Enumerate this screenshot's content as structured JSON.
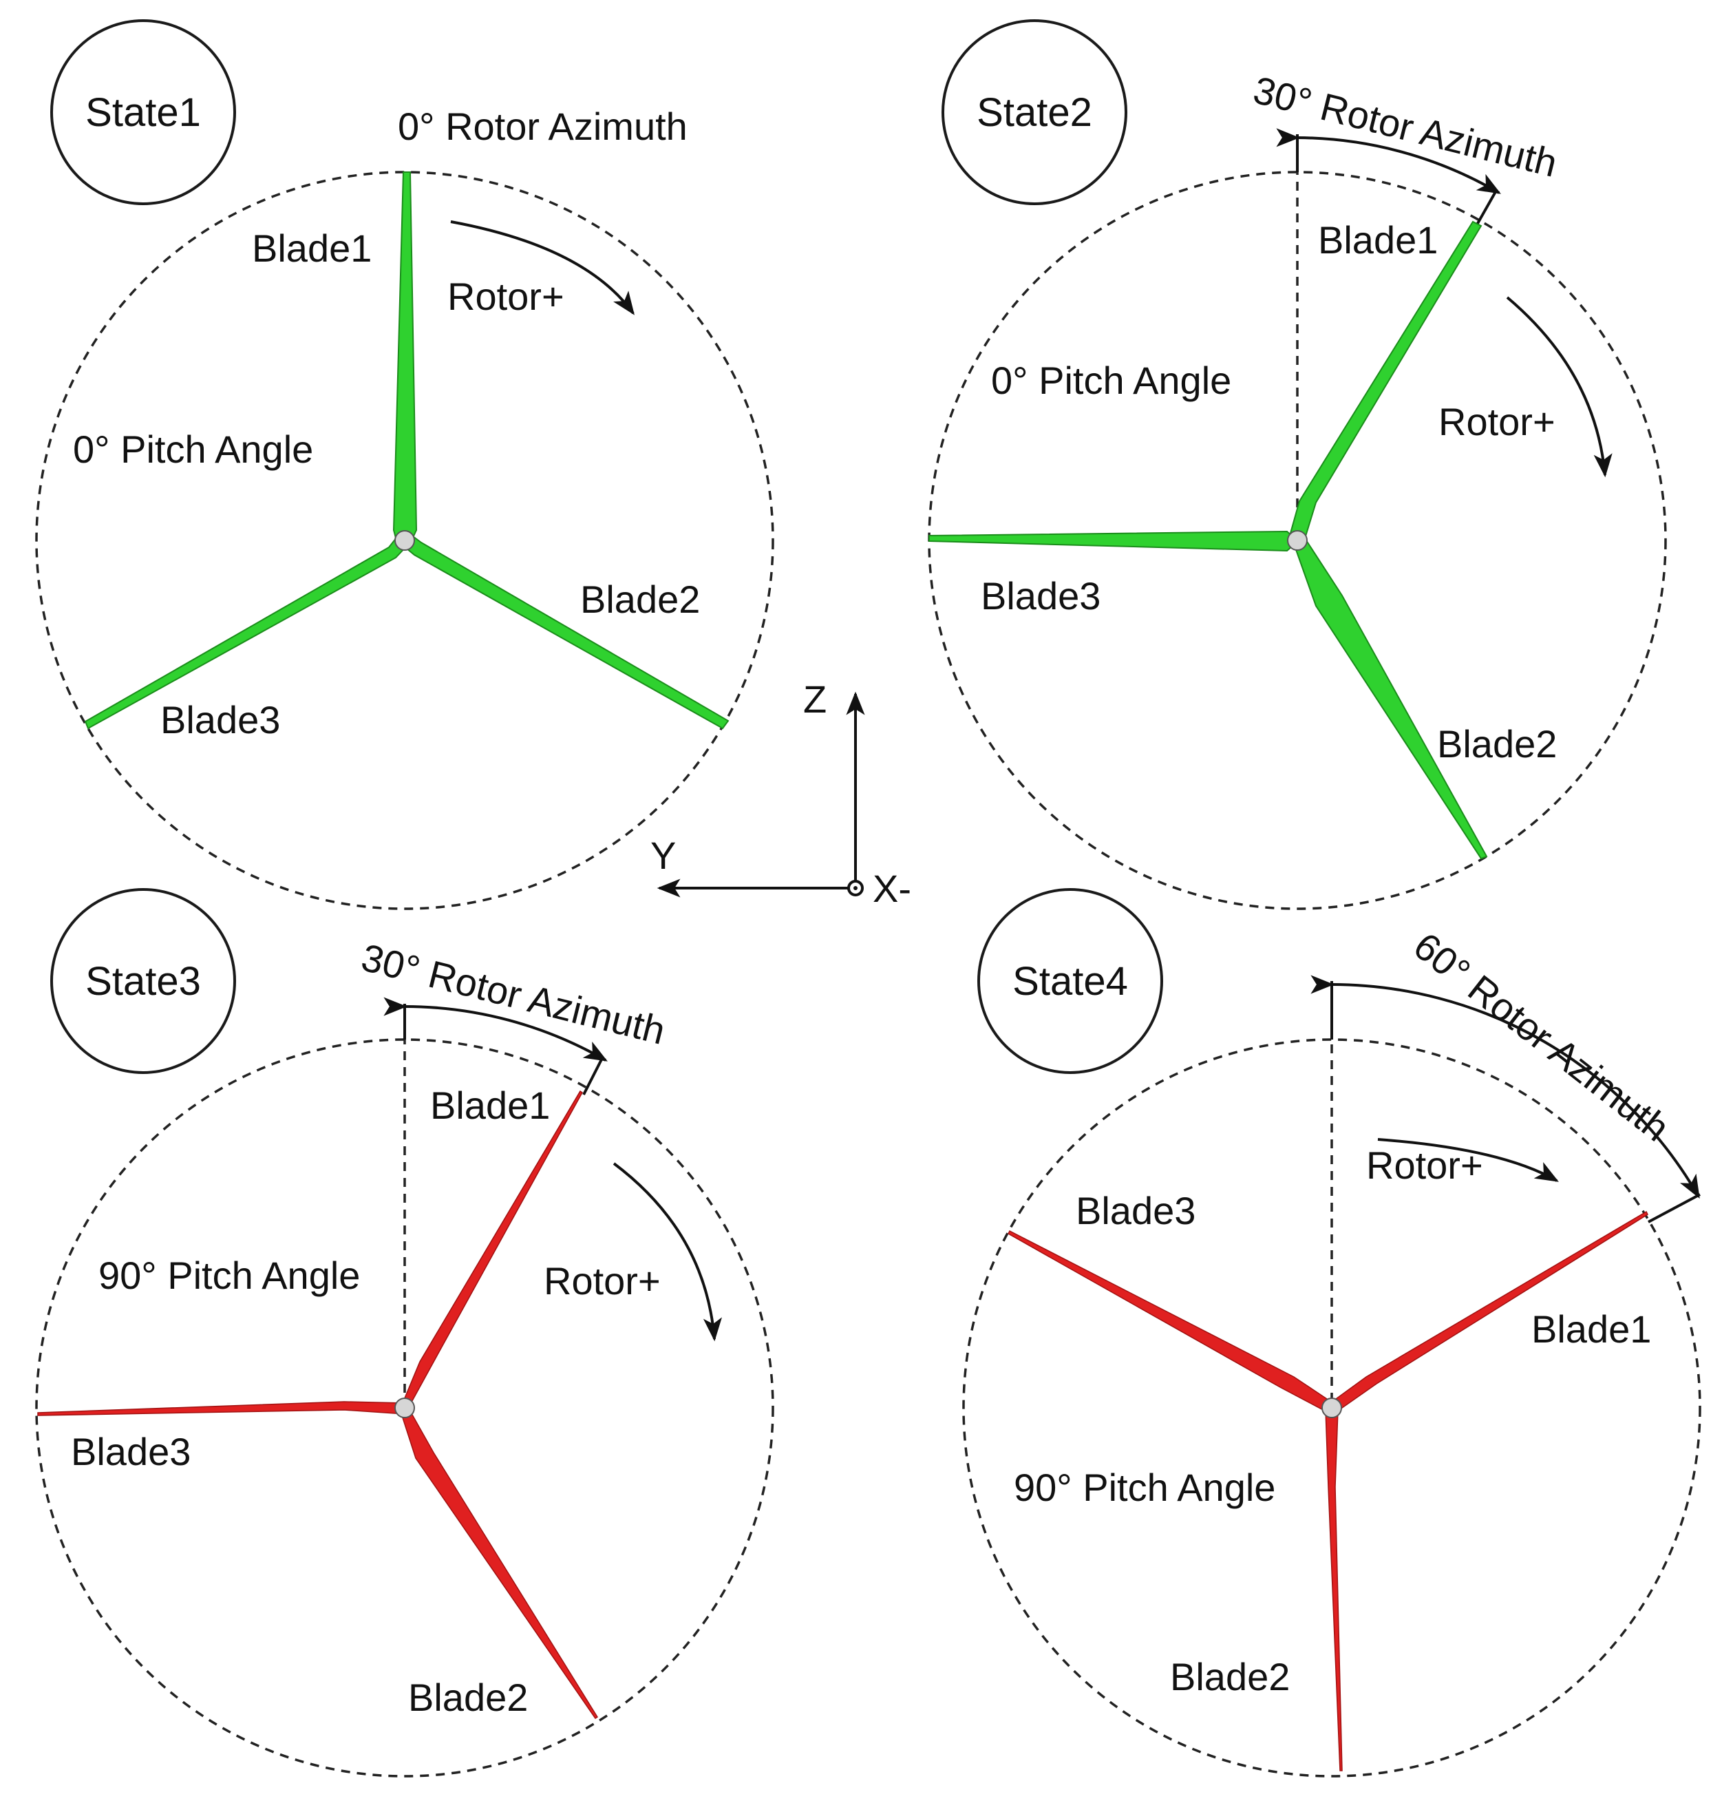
{
  "colors": {
    "blade_green": "#2fd12f",
    "blade_green_dark": "#1a8c1a",
    "blade_red": "#e02020",
    "blade_red_dark": "#a01010",
    "line": "#111111",
    "hub": "#cfcfcf"
  },
  "states": [
    {
      "id": "State1",
      "label": "State1",
      "azimuth_deg": 0,
      "pitch_deg": 0,
      "azimuth_label": "0° Rotor Azimuth",
      "pitch_label": "0° Pitch Angle",
      "rotor_label": "Rotor+",
      "blades": [
        "Blade1",
        "Blade2",
        "Blade3"
      ]
    },
    {
      "id": "State2",
      "label": "State2",
      "azimuth_deg": 30,
      "pitch_deg": 0,
      "azimuth_label": "30° Rotor Azimuth",
      "pitch_label": "0° Pitch Angle",
      "rotor_label": "Rotor+",
      "blades": [
        "Blade1",
        "Blade2",
        "Blade3"
      ]
    },
    {
      "id": "State3",
      "label": "State3",
      "azimuth_deg": 30,
      "pitch_deg": 90,
      "azimuth_label": "30° Rotor Azimuth",
      "pitch_label": "90° Pitch Angle",
      "rotor_label": "Rotor+",
      "blades": [
        "Blade1",
        "Blade2",
        "Blade3"
      ]
    },
    {
      "id": "State4",
      "label": "State4",
      "azimuth_deg": 60,
      "pitch_deg": 90,
      "azimuth_label": "60° Rotor Azimuth",
      "pitch_label": "90° Pitch Angle",
      "rotor_label": "Rotor+",
      "blades": [
        "Blade1",
        "Blade2",
        "Blade3"
      ]
    }
  ],
  "axes": {
    "z_label": "Z",
    "y_label": "Y",
    "x_label": "X-"
  }
}
